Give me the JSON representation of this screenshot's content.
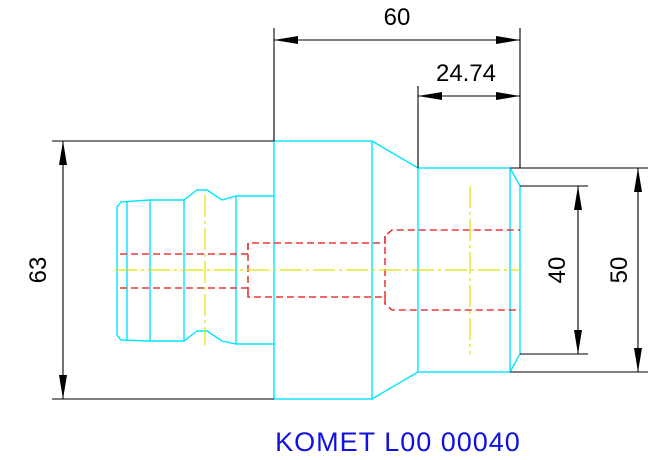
{
  "dimensions": {
    "total_length": "60",
    "shank_length": "24.74",
    "flange_diameter": "63",
    "inner_diameter": "40",
    "shank_diameter": "50"
  },
  "part_label": "KOMET L00 00040",
  "colors": {
    "outline": "#00e5ff",
    "dimension": "#000000",
    "hidden_line": "#e81010",
    "centerline": "#e2e200",
    "label": "#1010e0"
  }
}
